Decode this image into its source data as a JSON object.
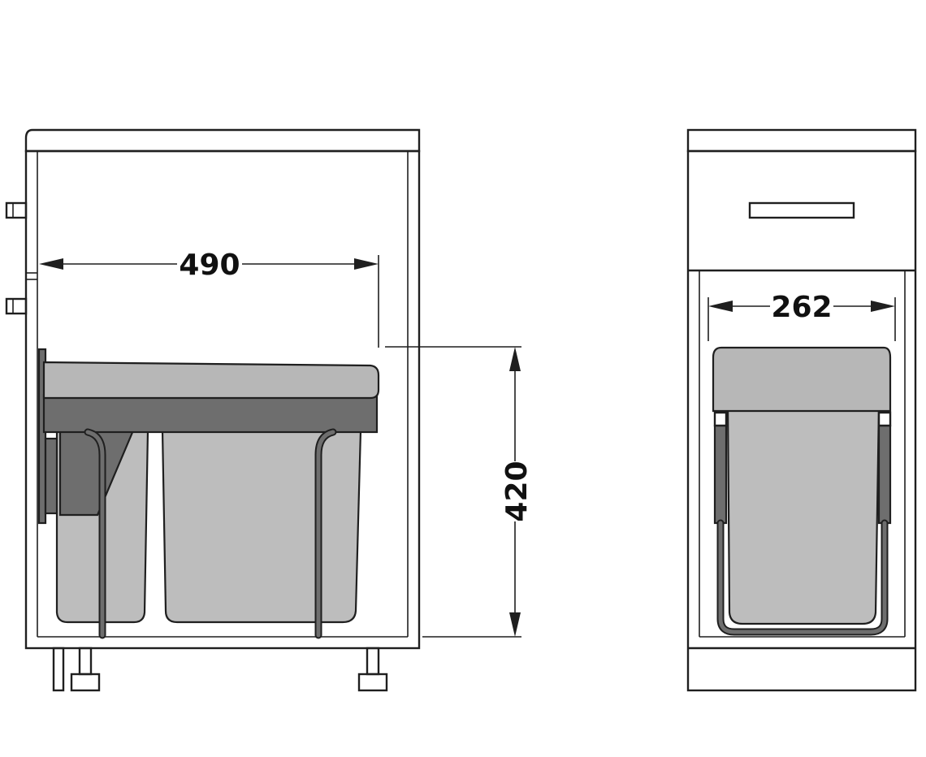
{
  "dimensions": {
    "inner_width": "490",
    "height": "420",
    "front_width": "262"
  },
  "colors": {
    "line": "#1f1f1f",
    "lid_grey": "#b7b7b7",
    "frame_dark_grey": "#6e6e6e",
    "bin_grey": "#bdbdbd",
    "background": "#ffffff"
  }
}
